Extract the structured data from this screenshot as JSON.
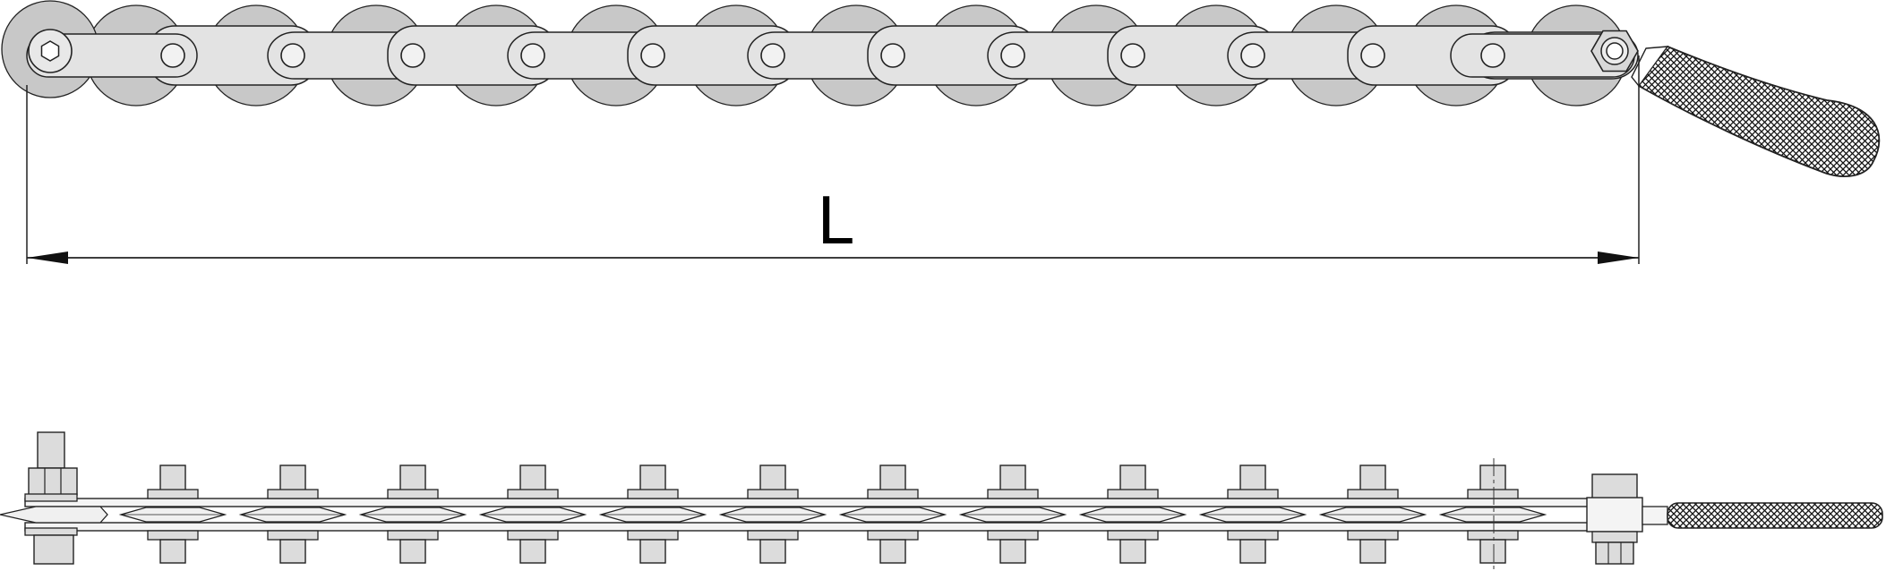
{
  "drawing": {
    "dimension_label": "L",
    "top_view": {
      "link_count": 13,
      "roller_fill": "#c8c8c8",
      "plate_fill": "#e3e3e3",
      "stroke": "#222222"
    },
    "side_view": {
      "wheel_count": 13,
      "metal_fill": "#dcdcdc",
      "handle_pattern": "crosshatch"
    }
  }
}
